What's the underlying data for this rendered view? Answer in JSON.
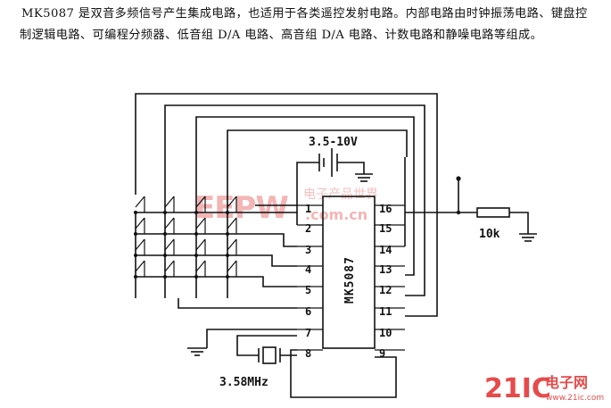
{
  "description": "MK5087 是双音多频信号产生集成电路，也适用于各类遥控发射电路。内部电路由时钟振荡电路、键盘控制逻辑电路、可编程分频器、低音组 D/A 电路、高音组 D/A 电路、计数电路和静噪电路等组成。",
  "chip": {
    "name": "MK5087",
    "left_pins": [
      "1",
      "2",
      "3",
      "4",
      "5",
      "6",
      "7",
      "8"
    ],
    "right_pins": [
      "16",
      "15",
      "14",
      "13",
      "12",
      "11",
      "10",
      "9"
    ]
  },
  "labels": {
    "supply": "3.5-10V",
    "resistor": "10k",
    "crystal": "3.58MHz"
  },
  "watermark": {
    "main": "EEPW",
    "sub": ".com.cn",
    "cn": "电子产品世界"
  },
  "brand": {
    "main": "21IC",
    "cn": "电子网",
    "url": "www.21ic.com"
  }
}
